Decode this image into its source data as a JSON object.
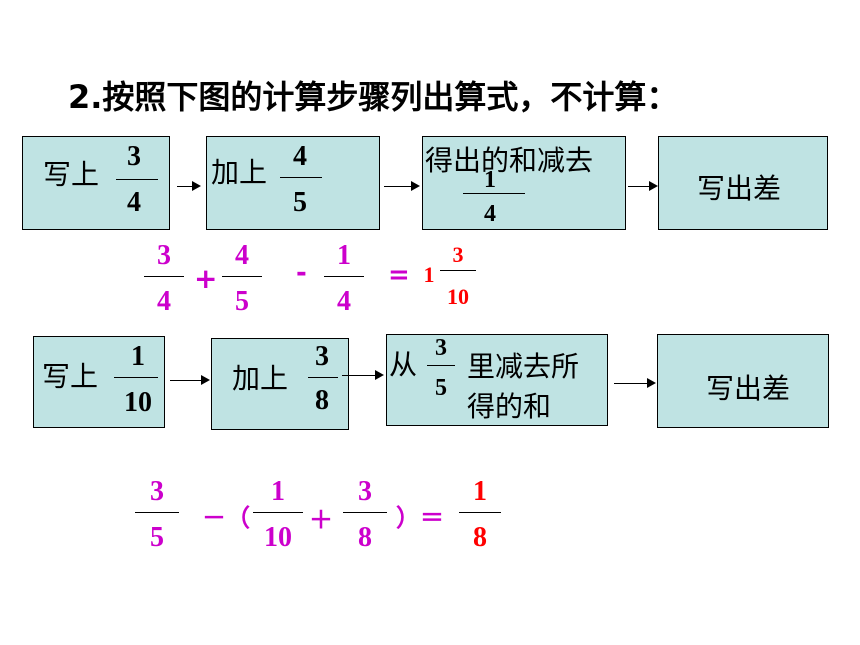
{
  "title": "2.按照下图的计算步骤列出算式，不计算：",
  "row1": {
    "box1": {
      "text": "写上",
      "num": "3",
      "den": "4"
    },
    "box2": {
      "text": "加上",
      "num": "4",
      "den": "5"
    },
    "box3": {
      "text": "得出的和减去",
      "num": "1",
      "den": "4"
    },
    "box4": {
      "text": "写出差"
    }
  },
  "eq1": {
    "f1": {
      "num": "3",
      "den": "4"
    },
    "op1": "+",
    "f2": {
      "num": "4",
      "den": "5"
    },
    "op2": "-",
    "f3": {
      "num": "1",
      "den": "4"
    },
    "eq": "=",
    "whole": "1",
    "r": {
      "num": "3",
      "den": "10"
    }
  },
  "row2": {
    "box1": {
      "text": "写上",
      "num": "1",
      "den": "10"
    },
    "box2": {
      "text": "加上",
      "num": "3",
      "den": "8"
    },
    "box3": {
      "pre": "从",
      "num": "3",
      "den": "5",
      "line1": "里减去所",
      "line2": "得的和"
    },
    "box4": {
      "text": "写出差"
    }
  },
  "eq2": {
    "f1": {
      "num": "3",
      "den": "5"
    },
    "op1": "－（",
    "f2": {
      "num": "1",
      "den": "10"
    },
    "op2": "＋",
    "f3": {
      "num": "3",
      "den": "8"
    },
    "op3": "）＝",
    "r": {
      "num": "1",
      "den": "8"
    }
  },
  "colors": {
    "box_fill": "#bfe3e3",
    "purple": "#cc00cc",
    "red": "#ff0000"
  }
}
